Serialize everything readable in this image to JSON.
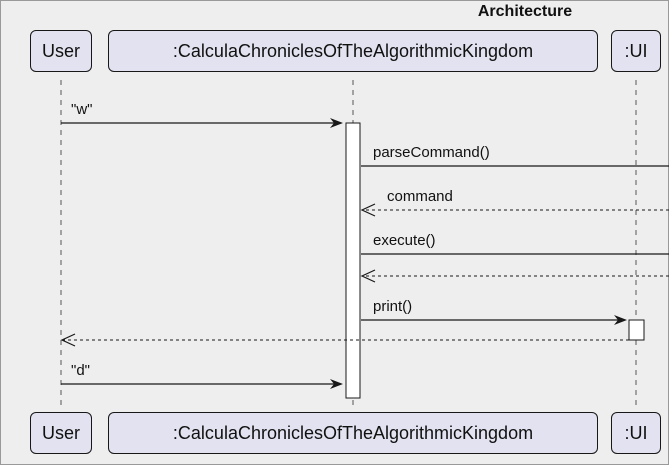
{
  "title": "Architecture",
  "participants": {
    "user": ":User",
    "user_label": "User",
    "main": ":CalculaChroniclesOfTheAlgorithmicKingdom",
    "ui": ":UI"
  },
  "messages": [
    {
      "label": "\"w\"",
      "kind": "sync"
    },
    {
      "label": "parseCommand()",
      "kind": "sync"
    },
    {
      "label": "command",
      "kind": "return"
    },
    {
      "label": "execute()",
      "kind": "sync"
    },
    {
      "label": "",
      "kind": "return"
    },
    {
      "label": "print()",
      "kind": "sync"
    },
    {
      "label": "",
      "kind": "return"
    },
    {
      "label": "\"d\"",
      "kind": "sync"
    }
  ]
}
